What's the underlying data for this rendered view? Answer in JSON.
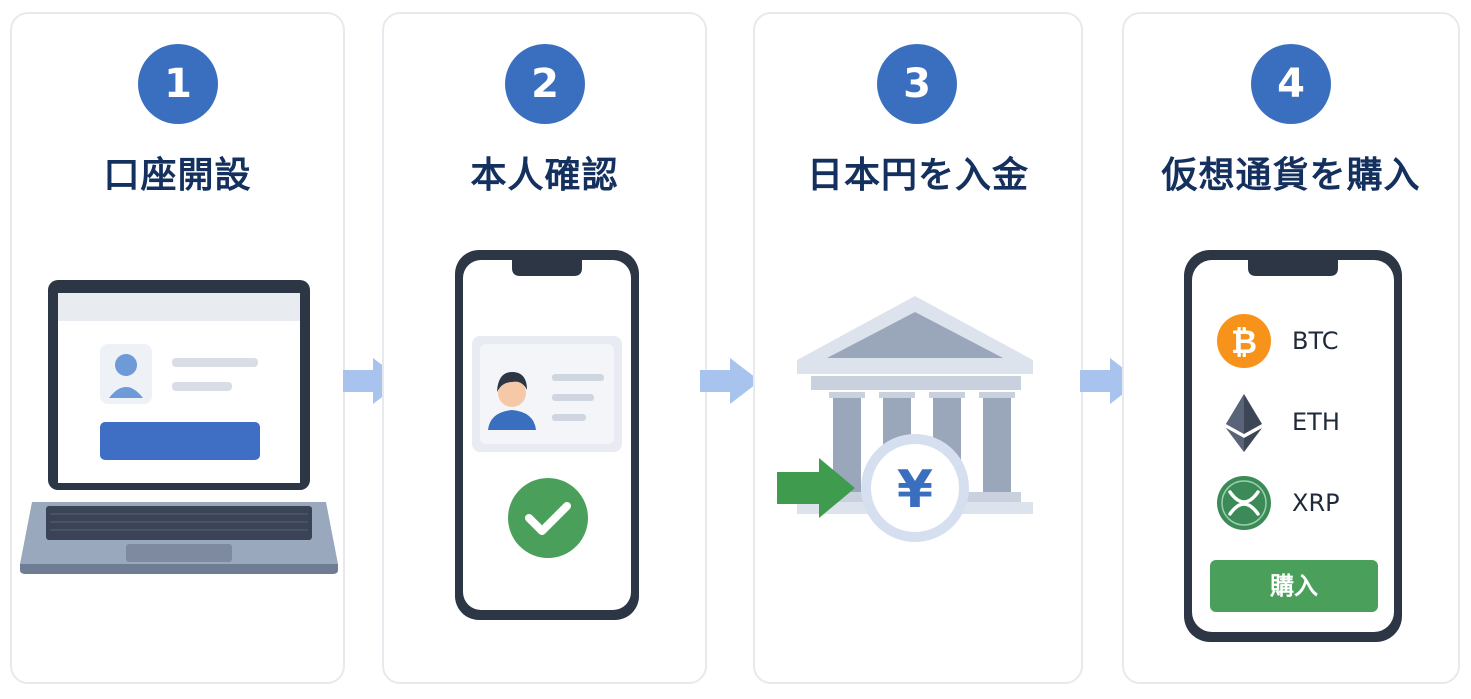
{
  "colors": {
    "primary_blue": "#3a6fc0",
    "title_navy": "#14305e",
    "card_border": "#e6e9ee",
    "arrow_blue": "#a8c3ee",
    "success_green": "#4aa05a",
    "bitcoin_orange": "#f7931a",
    "xrp_green": "#3b8a57"
  },
  "steps": [
    {
      "number": "1",
      "title": "口座開設",
      "icon": "laptop-signup-icon"
    },
    {
      "number": "2",
      "title": "本人確認",
      "icon": "smartphone-id-verify-icon"
    },
    {
      "number": "3",
      "title": "日本円を入金",
      "icon": "bank-yen-deposit-icon",
      "currency_symbol": "¥"
    },
    {
      "number": "4",
      "title": "仮想通貨を購入",
      "icon": "smartphone-crypto-purchase-icon",
      "coins": [
        {
          "symbol": "BTC",
          "icon": "bitcoin-icon"
        },
        {
          "symbol": "ETH",
          "icon": "ethereum-icon"
        },
        {
          "symbol": "XRP",
          "icon": "xrp-icon"
        }
      ],
      "buy_button": "購入"
    }
  ],
  "connectors": [
    "arrow-right-icon",
    "arrow-right-icon",
    "arrow-right-icon"
  ]
}
